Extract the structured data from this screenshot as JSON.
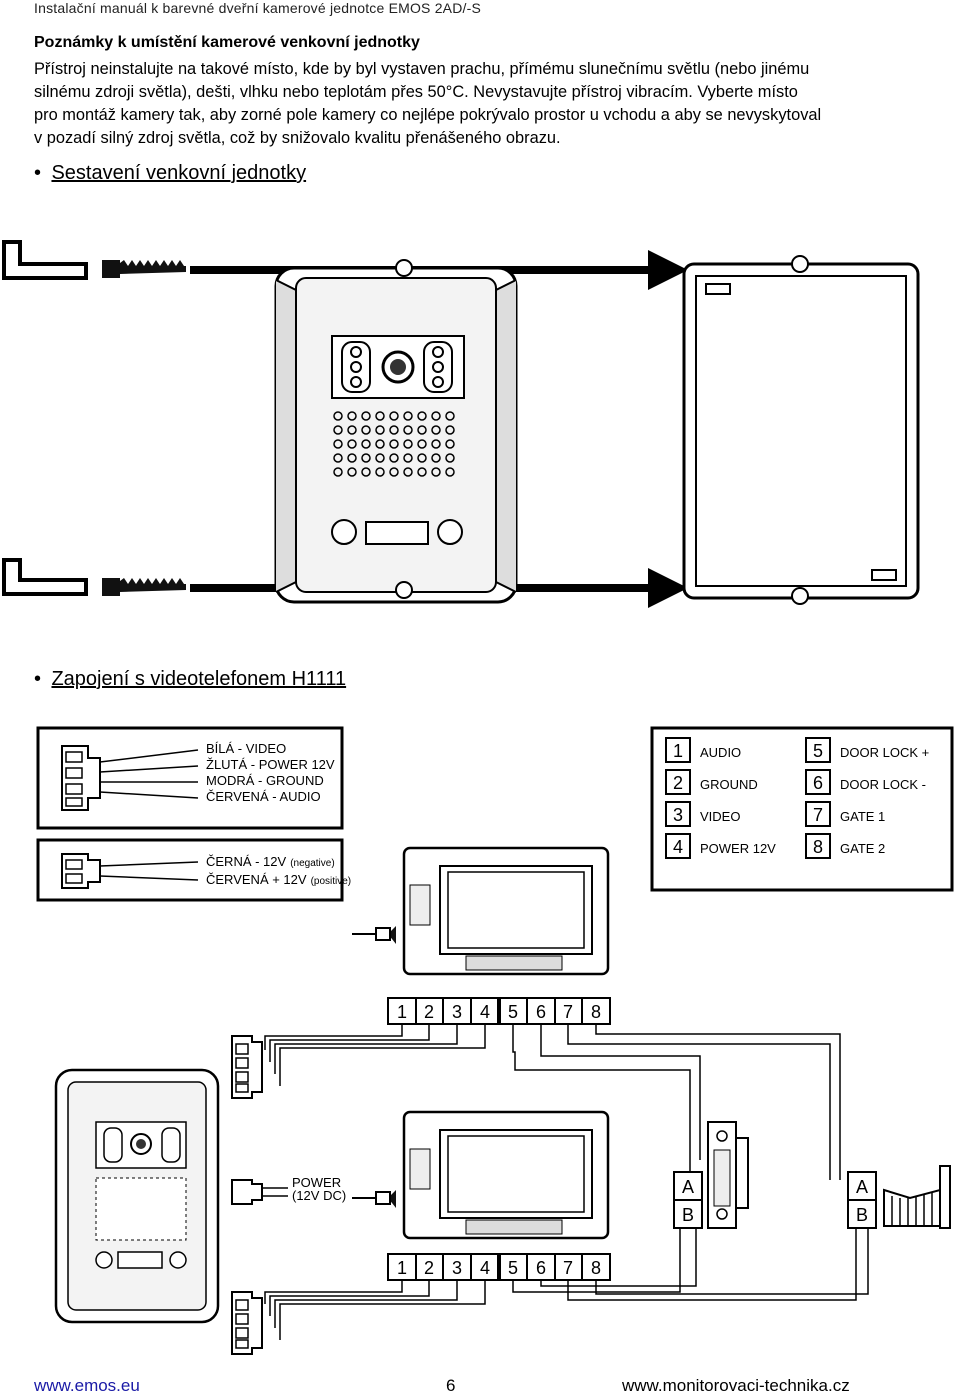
{
  "page": {
    "header": "Instalační manuál k barevné dveřní kamerové jednotce EMOS 2AD/-S",
    "notes_heading": "Poznámky k umístění kamerové venkovní jednotky",
    "notes_lines": [
      "Přístroj neinstalujte na takové místo, kde by byl vystaven prachu, přímému slunečnímu světlu (nebo jinému",
      "silnému zdroji světla), dešti, vlhku nebo teplotám přes 50°C. Nevystavujte přístroj vibracím. Vyberte místo",
      "pro montáž kamery tak, aby zorné pole kamery co nejlépe pokrývalo prostor u vchodu a aby se nevyskytoval",
      "v pozadí silný zdroj světla, což by snižovalo kvalitu přenášeného obrazu."
    ],
    "section1_title": "Sestavení venkovní jednotky",
    "section2_title": "Zapojení s videotelefonem H1111",
    "bullet": "•"
  },
  "wiring_legend": {
    "cable4": [
      "BÍLÁ - VIDEO",
      "ŽLUTÁ - POWER 12V",
      "MODRÁ - GROUND",
      "ČERVENÁ - AUDIO"
    ],
    "cable2_black": "ČERNÁ - 12V",
    "cable2_black_note": "(negative)",
    "cable2_red": "ČERVENÁ + 12V",
    "cable2_red_note": "(positive)"
  },
  "terminal_legend": [
    {
      "num": "1",
      "label": "AUDIO"
    },
    {
      "num": "2",
      "label": "GROUND"
    },
    {
      "num": "3",
      "label": "VIDEO"
    },
    {
      "num": "4",
      "label": "POWER 12V"
    },
    {
      "num": "5",
      "label": "DOOR LOCK +"
    },
    {
      "num": "6",
      "label": "DOOR LOCK -"
    },
    {
      "num": "7",
      "label": "GATE 1"
    },
    {
      "num": "8",
      "label": "GATE 2"
    }
  ],
  "terminal_numbers": [
    "1",
    "2",
    "3",
    "4",
    "5",
    "6",
    "7",
    "8"
  ],
  "power_label": "POWER",
  "power_sub": "(12V DC)",
  "ab": [
    "A",
    "B"
  ],
  "footer": {
    "left": "www.emos.eu",
    "center": "6",
    "right": "www.monitorovaci-technika.cz"
  }
}
